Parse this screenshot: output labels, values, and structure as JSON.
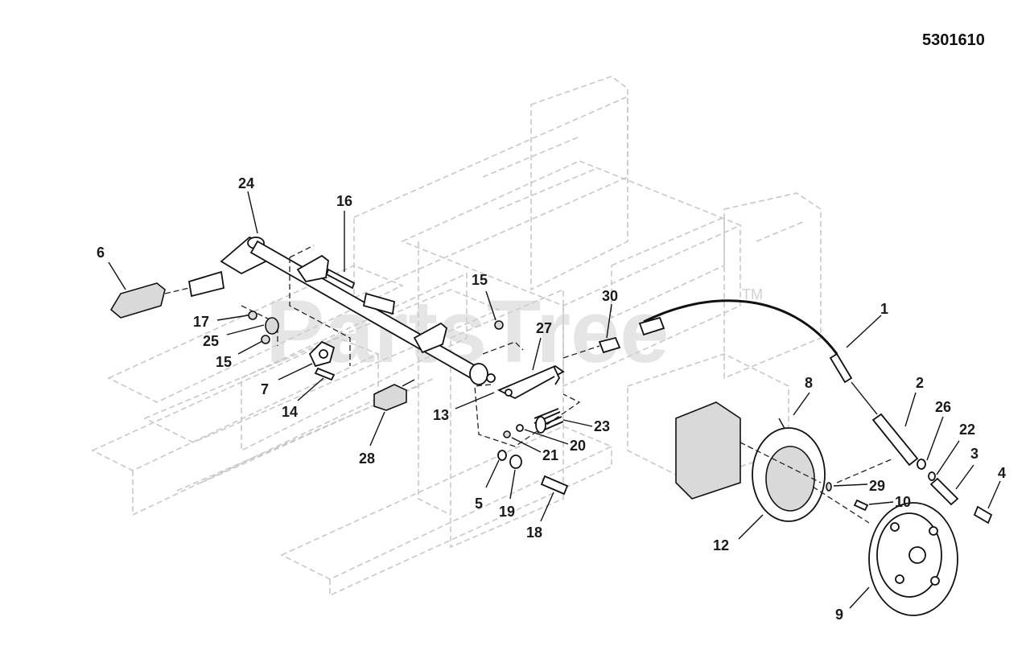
{
  "diagram_number": "5301610",
  "watermark": {
    "text": "PartsTree",
    "tm": "TM"
  },
  "callouts": [
    {
      "id": "c1",
      "label": "1"
    },
    {
      "id": "c2",
      "label": "2"
    },
    {
      "id": "c3",
      "label": "3"
    },
    {
      "id": "c4",
      "label": "4"
    },
    {
      "id": "c5",
      "label": "5"
    },
    {
      "id": "c6",
      "label": "6"
    },
    {
      "id": "c7",
      "label": "7"
    },
    {
      "id": "c8",
      "label": "8"
    },
    {
      "id": "c9",
      "label": "9"
    },
    {
      "id": "c10",
      "label": "10"
    },
    {
      "id": "c12",
      "label": "12"
    },
    {
      "id": "c13",
      "label": "13"
    },
    {
      "id": "c14",
      "label": "14"
    },
    {
      "id": "c15a",
      "label": "15"
    },
    {
      "id": "c15b",
      "label": "15"
    },
    {
      "id": "c16",
      "label": "16"
    },
    {
      "id": "c17",
      "label": "17"
    },
    {
      "id": "c18",
      "label": "18"
    },
    {
      "id": "c19",
      "label": "19"
    },
    {
      "id": "c20",
      "label": "20"
    },
    {
      "id": "c21",
      "label": "21"
    },
    {
      "id": "c22",
      "label": "22"
    },
    {
      "id": "c23",
      "label": "23"
    },
    {
      "id": "c24",
      "label": "24"
    },
    {
      "id": "c25",
      "label": "25"
    },
    {
      "id": "c26",
      "label": "26"
    },
    {
      "id": "c27",
      "label": "27"
    },
    {
      "id": "c28",
      "label": "28"
    },
    {
      "id": "c29",
      "label": "29"
    },
    {
      "id": "c30",
      "label": "30"
    }
  ]
}
